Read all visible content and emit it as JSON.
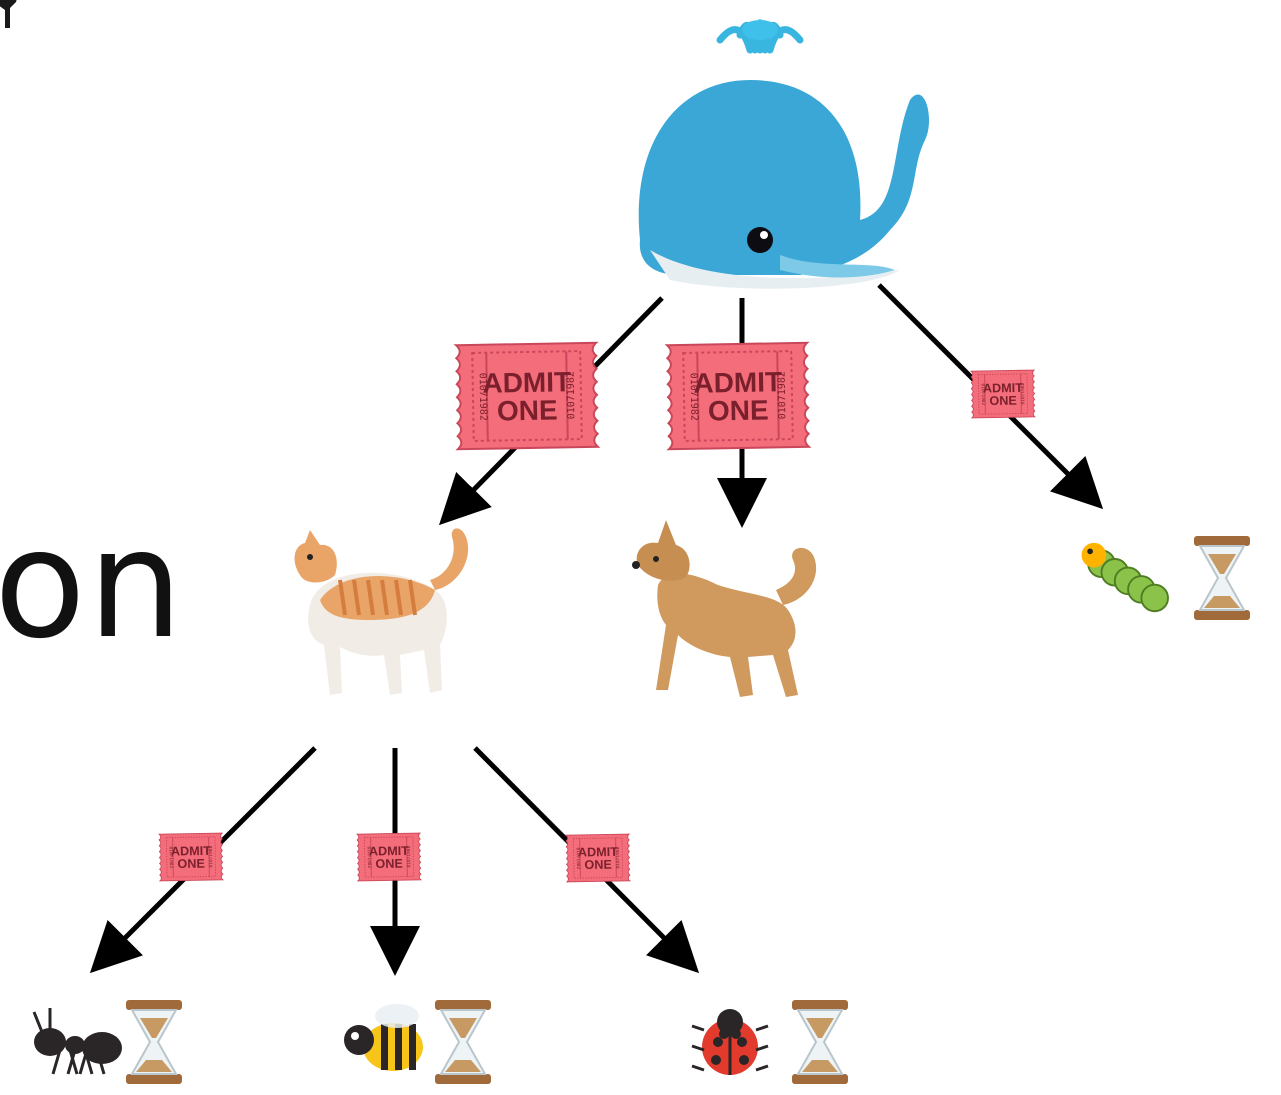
{
  "fragment_text": "on",
  "ticket_text": [
    "ADMIT",
    "ONE"
  ],
  "ticket_serial": "01071982",
  "colors": {
    "arrow": "#000000",
    "ticket_fill": "#f46d7a",
    "ticket_stroke": "#c9475a",
    "ticket_text": "#7a1f2c",
    "whale": "#3aa7d6",
    "cat": "#e9a468",
    "dog": "#d09a5e",
    "hourglass_sand": "#c69a62",
    "hourglass_frame": "#a06a3a"
  },
  "nodes": [
    {
      "id": "whale",
      "icon": "whale-icon",
      "waiting": false
    },
    {
      "id": "cat",
      "icon": "cat-icon",
      "waiting": false
    },
    {
      "id": "dog",
      "icon": "dog-icon",
      "waiting": false
    },
    {
      "id": "caterpillar",
      "icon": "caterpillar-icon",
      "waiting": true
    },
    {
      "id": "ant",
      "icon": "ant-icon",
      "waiting": true
    },
    {
      "id": "bee",
      "icon": "bee-icon",
      "waiting": true
    },
    {
      "id": "ladybug",
      "icon": "ladybug-icon",
      "waiting": true
    }
  ],
  "edges": [
    {
      "from": "whale",
      "to": "cat",
      "ticket": "large"
    },
    {
      "from": "whale",
      "to": "dog",
      "ticket": "large"
    },
    {
      "from": "whale",
      "to": "caterpillar",
      "ticket": "small"
    },
    {
      "from": "cat",
      "to": "ant",
      "ticket": "small"
    },
    {
      "from": "cat",
      "to": "bee",
      "ticket": "small"
    },
    {
      "from": "cat",
      "to": "ladybug",
      "ticket": "small"
    }
  ]
}
